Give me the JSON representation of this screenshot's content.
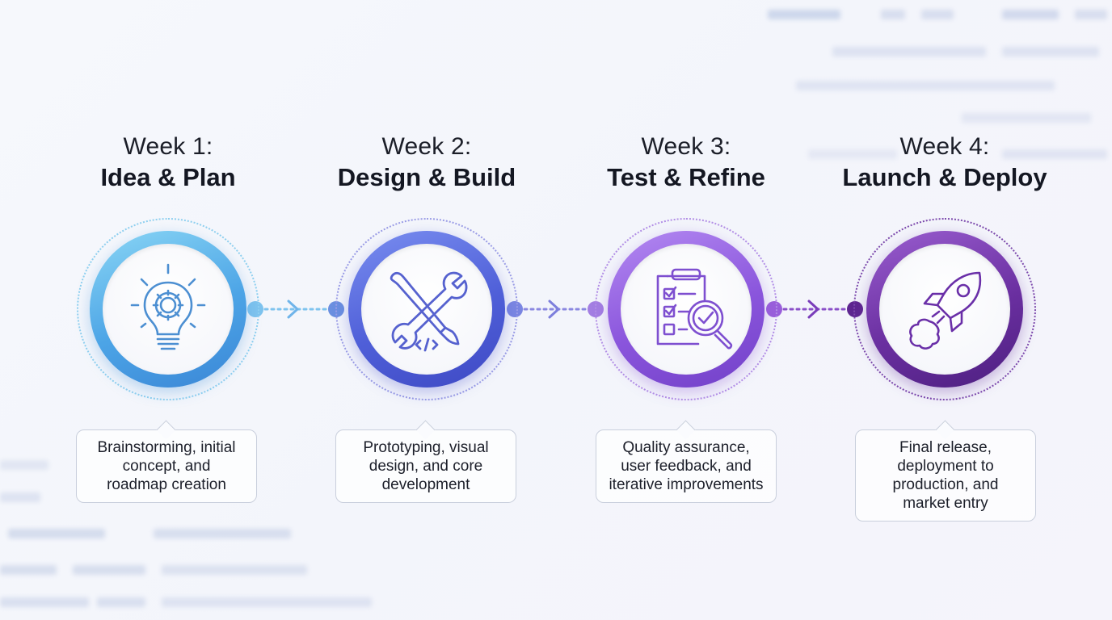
{
  "stages": [
    {
      "week": "Week 1:",
      "name": "Idea & Plan",
      "description": [
        "Brainstorming, initial",
        "concept, and",
        "roadmap creation"
      ],
      "icon": "lightbulb-gear-icon",
      "color": "#4aa3e6"
    },
    {
      "week": "Week 2:",
      "name": "Design & Build",
      "description": [
        "Prototyping, visual",
        "design, and core",
        "development"
      ],
      "icon": "wrench-brush-code-icon",
      "color": "#5a6ad8"
    },
    {
      "week": "Week 3:",
      "name": "Test & Refine",
      "description": [
        "Quality assurance,",
        "user feedback, and",
        "iterative improvements"
      ],
      "icon": "checklist-magnifier-icon",
      "color": "#8a55d8"
    },
    {
      "week": "Week 4:",
      "name": "Launch & Deploy",
      "description": [
        "Final release,",
        "deployment to",
        "production, and",
        "market entry"
      ],
      "icon": "rocket-icon",
      "color": "#6b2fa0"
    }
  ]
}
